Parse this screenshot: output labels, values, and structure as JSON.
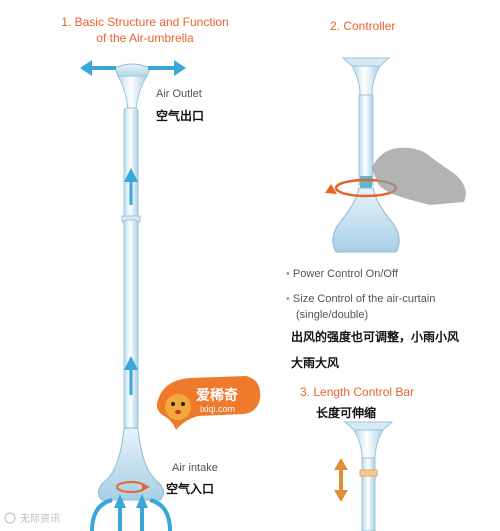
{
  "section1": {
    "title_line1": "1. Basic Structure and Function",
    "title_line2": "of the Air-umbrella",
    "air_outlet_en": "Air Outlet",
    "air_outlet_cn": "空气出口",
    "air_intake_en": "Air intake",
    "air_intake_cn": "空气入口"
  },
  "section2": {
    "title": "2. Controller",
    "bullets": [
      "Power Control On/Off",
      "Size Control of the air-curtain",
      "(single/double)"
    ],
    "cn_line1": "出风的强度也可调整，小雨小风",
    "cn_line2": "大雨大风"
  },
  "section3": {
    "title": "3. Length Control Bar",
    "cn": "长度可伸缩"
  },
  "badge": {
    "text_cn": "爱稀奇",
    "url": "ixiqi.com"
  },
  "watermark": "无际资讯",
  "colors": {
    "accent_orange": "#e8632c",
    "arrow_blue": "#3aa6d9",
    "tube_blue": "#cfe6f3",
    "body_text": "#555555"
  }
}
